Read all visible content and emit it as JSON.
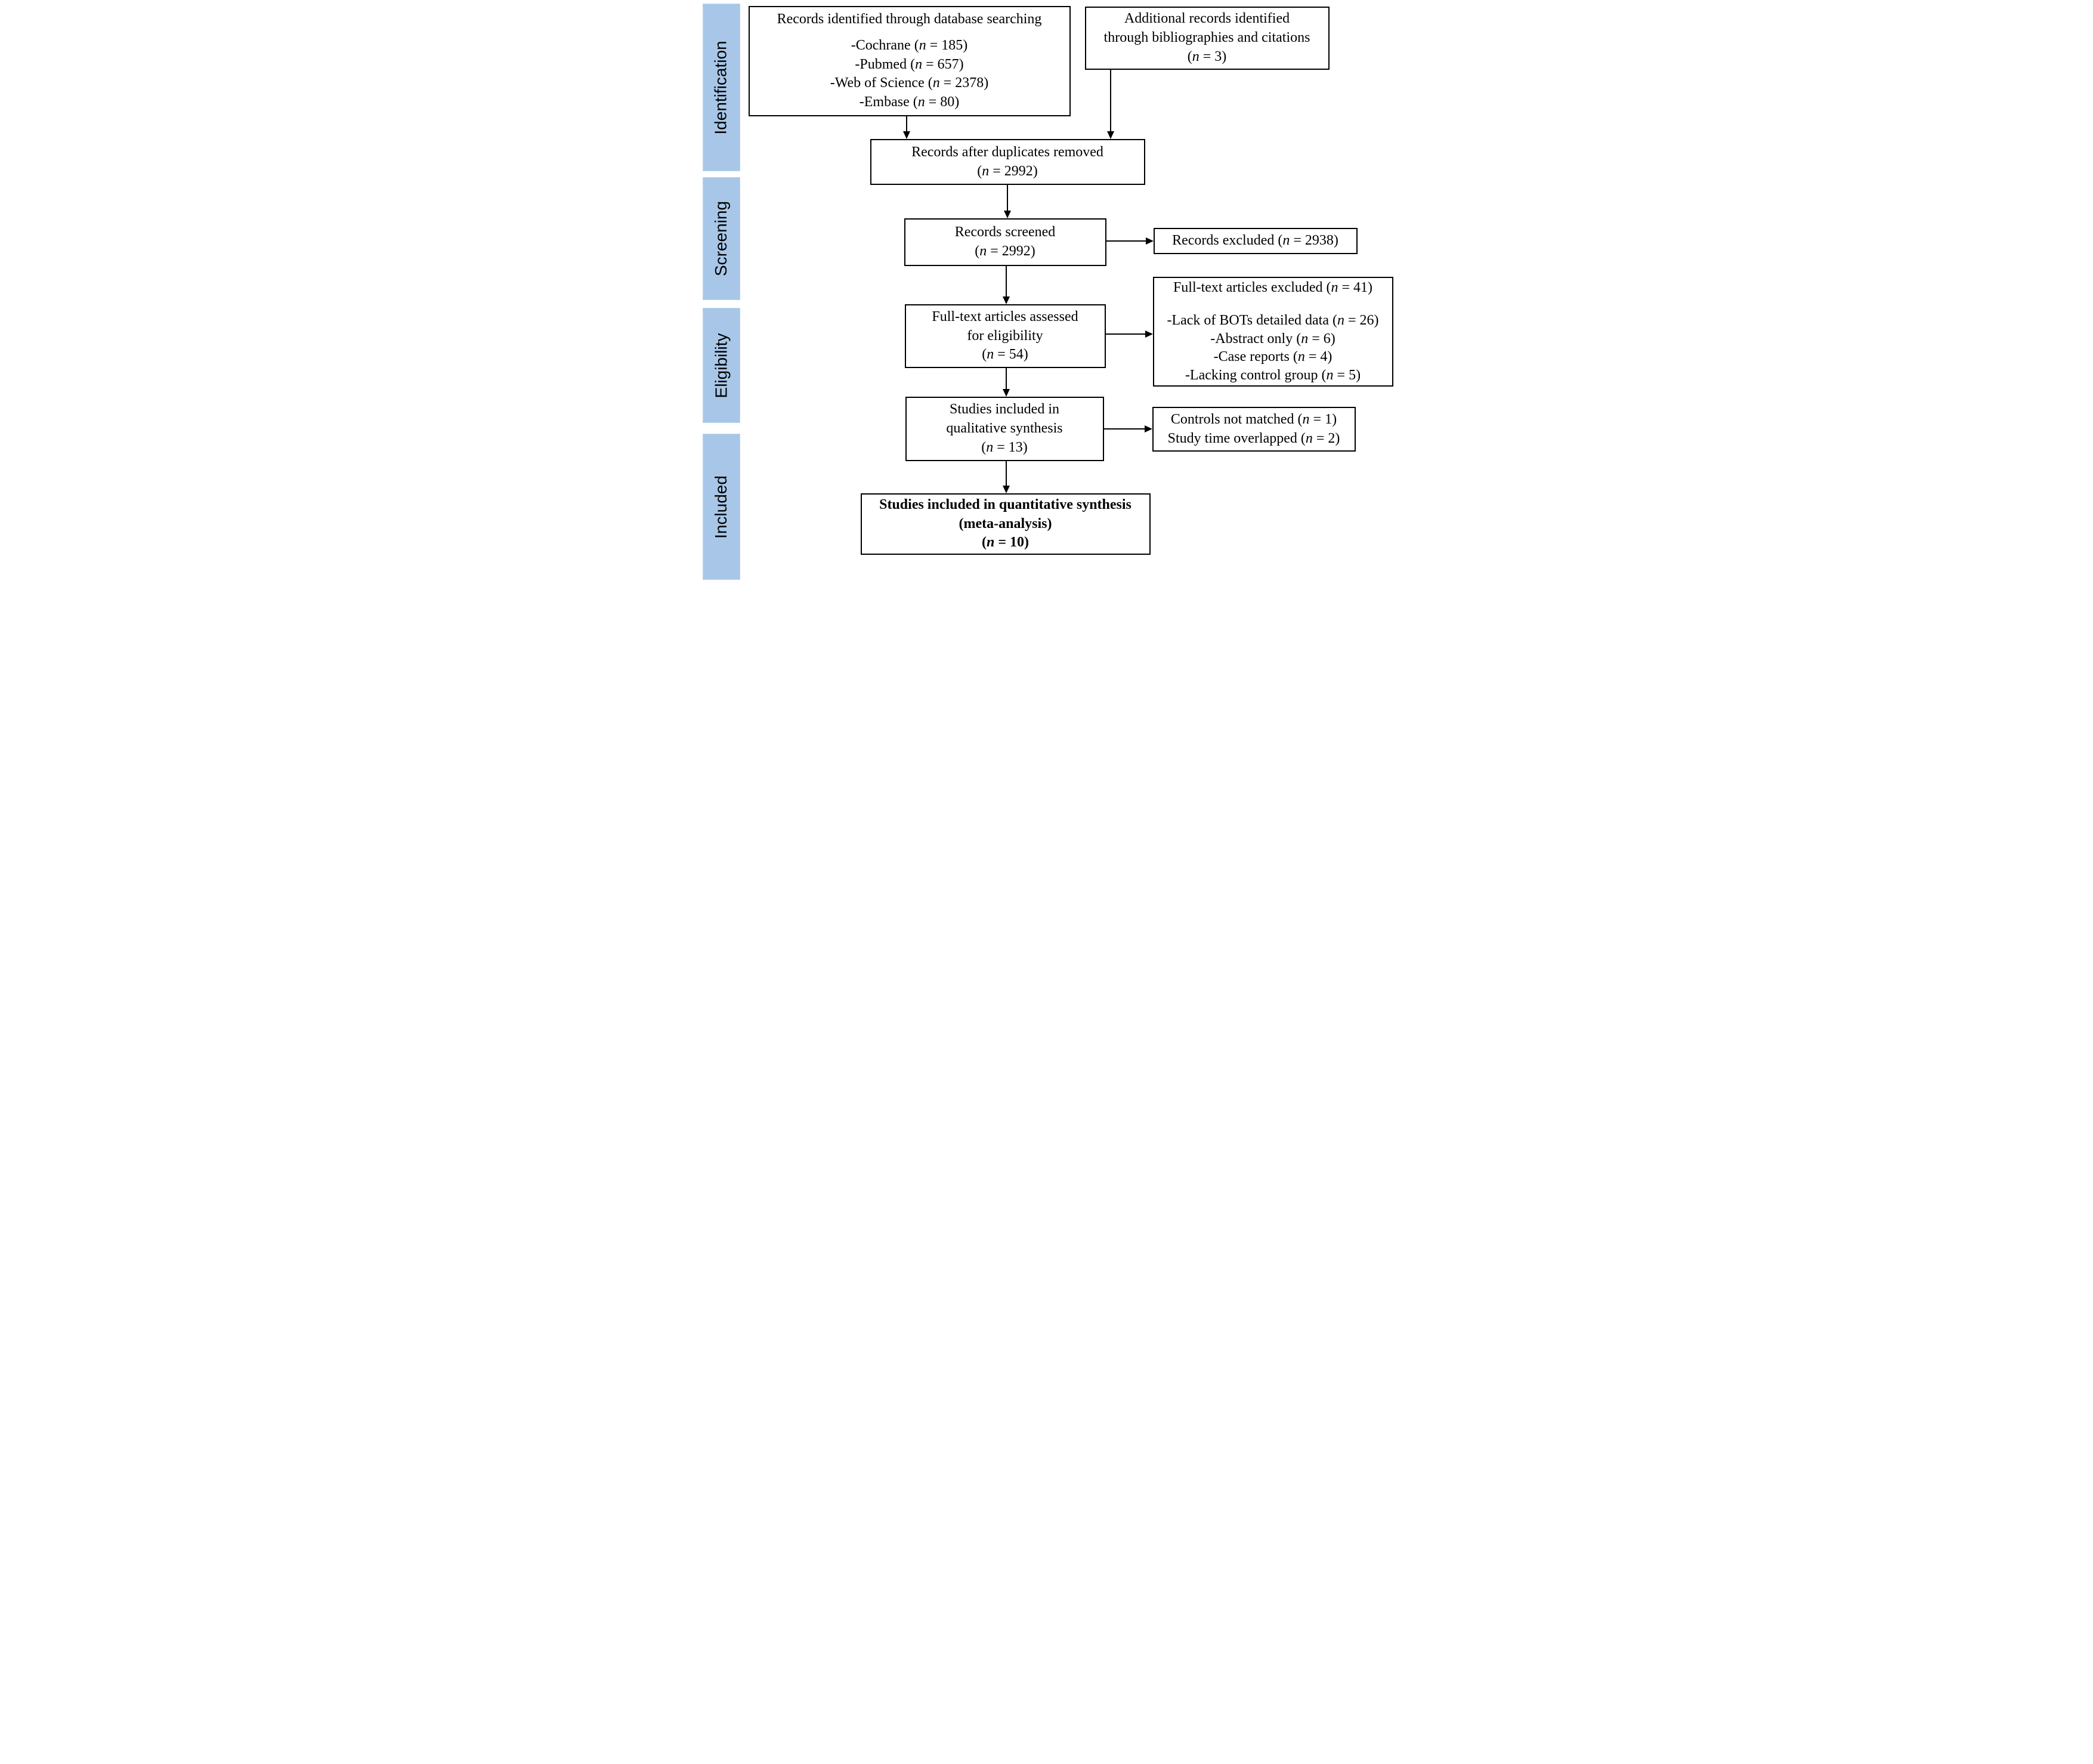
{
  "diagram_type": "PRISMA flow diagram",
  "sidebar": {
    "fill_color": "#a8c7e8",
    "stages": [
      {
        "id": "identification",
        "label": "Identification"
      },
      {
        "id": "screening",
        "label": "Screening"
      },
      {
        "id": "eligibility",
        "label": "Eligibility"
      },
      {
        "id": "included",
        "label": "Included"
      }
    ]
  },
  "boxes": {
    "identified": {
      "lines": [
        "Records identified through database searching",
        "-Cochrane (n = 185)",
        "-Pubmed (n = 657)",
        "-Web of Science (n = 2378)",
        "-Embase (n = 80)"
      ]
    },
    "additional": {
      "lines": [
        "Additional records identified",
        "through bibliographies and citations",
        "(n = 3)"
      ]
    },
    "deduplicated": {
      "lines": [
        "Records after duplicates removed",
        "(n = 2992)"
      ]
    },
    "screened": {
      "lines": [
        "Records screened",
        "(n = 2992)"
      ]
    },
    "records_excluded": {
      "lines": [
        "Records excluded (n = 2938)"
      ]
    },
    "fulltext_assessed": {
      "lines": [
        "Full-text articles assessed",
        "for eligibility",
        "(n = 54)"
      ]
    },
    "fulltext_excluded": {
      "lines": [
        "Full-text articles excluded (n = 41)",
        "-Lack of BOTs detailed data (n = 26)",
        "-Abstract only (n = 6)",
        "-Case reports (n = 4)",
        "-Lacking control group (n = 5)"
      ]
    },
    "qualitative": {
      "lines": [
        "Studies included in",
        "qualitative synthesis",
        "(n = 13)"
      ]
    },
    "not_matched": {
      "lines": [
        "Controls not matched (n = 1)",
        "Study time overlapped (n = 2)"
      ]
    },
    "quantitative": {
      "lines": [
        "Studies included in quantitative synthesis",
        "(meta-analysis)",
        "(n = 10)"
      ]
    }
  }
}
